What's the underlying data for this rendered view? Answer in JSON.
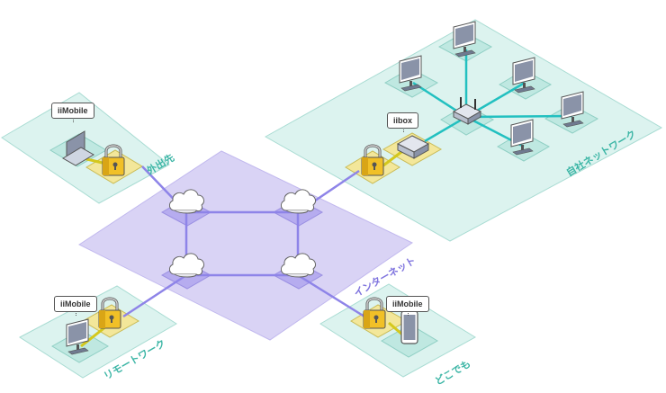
{
  "devices": {
    "mobile_label_1": "iiMobile",
    "mobile_label_2": "iiMobile",
    "mobile_label_3": "iiMobile",
    "box_label": "iibox"
  },
  "zones": {
    "outside": "外出先",
    "internet": "インターネット",
    "office": "自社ネットワーク",
    "remote": "リモートワーク",
    "anywhere": "どこでも"
  },
  "colors": {
    "zone_teal": "#dcf3ef",
    "zone_teal_border": "#a9dcd3",
    "internet_purple": "#d9d3f5",
    "internet_link": "#8e84e8",
    "lan_link": "#22c0c0",
    "vpn_tunnel": "#d4c81c",
    "lock_pad": "#f3e79a",
    "lock_gold": "#f1c027",
    "label_teal": "#3bb5a5",
    "label_purple": "#7f74de"
  },
  "icons": {
    "cloud": "cloud-icon",
    "lock": "lock-icon",
    "router": "wifi-router-icon",
    "monitor": "desktop-monitor-icon",
    "laptop": "laptop-icon",
    "phone": "smartphone-icon",
    "vpn_box": "iibox-appliance-icon"
  }
}
